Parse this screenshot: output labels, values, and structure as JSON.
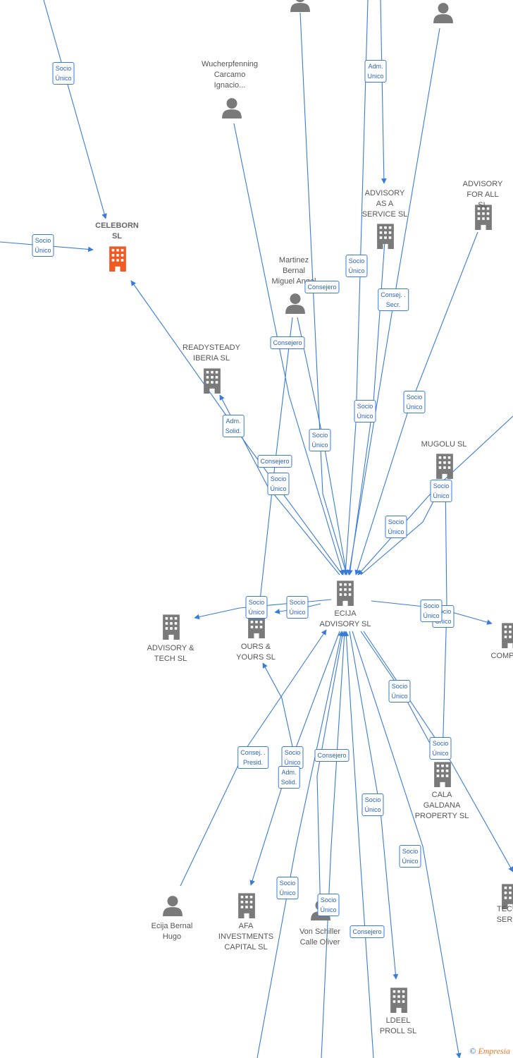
{
  "colors": {
    "edge": "#3a7bd5",
    "node": "#7a7a7a",
    "highlight": "#f15a24",
    "edge_label_text": "#2b63b5"
  },
  "nodes": [
    {
      "id": "top_person_1",
      "type": "person",
      "label": ""
    },
    {
      "id": "top_person_2",
      "type": "person",
      "label": ""
    },
    {
      "id": "wucherpfenning",
      "type": "person",
      "label": "Wucherpfenning\nCarcamo\nIgnacio..."
    },
    {
      "id": "celeborn",
      "type": "company",
      "label": "CELEBORN\nSL",
      "highlight": true
    },
    {
      "id": "advisory_service",
      "type": "company",
      "label": "ADVISORY\nAS A\nSERVICE SL"
    },
    {
      "id": "advisory_forall",
      "type": "company",
      "label": "ADVISORY\nFOR ALL SL"
    },
    {
      "id": "martinez",
      "type": "person",
      "label": "Martinez\nBernal\nMiguel Angel"
    },
    {
      "id": "readysteady",
      "type": "company",
      "label": "READYSTEADY\nIBERIA SL"
    },
    {
      "id": "mugolu",
      "type": "company",
      "label": "MUGOLU SL"
    },
    {
      "id": "ecija",
      "type": "company",
      "label": "ECIJA\nADVISORY SL"
    },
    {
      "id": "advisory_tech",
      "type": "company",
      "label": "ADVISORY &\nTECH SL"
    },
    {
      "id": "ours_yours",
      "type": "company",
      "label": "OURS &\nYOURS SL"
    },
    {
      "id": "comp",
      "type": "company",
      "label": "COMP"
    },
    {
      "id": "cala_galdana",
      "type": "company",
      "label": "CALA\nGALDANA\nPROPERTY SL"
    },
    {
      "id": "ecija_hugo",
      "type": "person",
      "label": "Ecija Bernal\nHugo"
    },
    {
      "id": "afa",
      "type": "company",
      "label": "AFA\nINVESTMENTS\nCAPITAL SL"
    },
    {
      "id": "von_schiller",
      "type": "person",
      "label": "Von Schiller\nCalle Oliver"
    },
    {
      "id": "ldeel",
      "type": "company",
      "label": "LDEEL\nPROLL SL"
    },
    {
      "id": "tec_ser",
      "type": "company",
      "label": "TEC\nSER"
    }
  ],
  "edge_labels": [
    "Socio\nÚnico",
    "Socio\nÚnico",
    "Adm.\nUnico",
    "Consejero",
    "Socio\nÚnico",
    "Consej. .\nSecr.",
    "Consejero",
    "Socio\nÚnico",
    "Socio\nÚnico",
    "Socio\nÚnico",
    "Consejero",
    "Adm.\nSolid.",
    "Socio\nÚnico",
    "Socio\nÚnico",
    "Socio\nÚnico",
    "Socio\nÚnico",
    "Socio\nÚnico",
    "Socio\nÚnico",
    "Socio\nÚnico",
    "Socio\nÚnico",
    "Consej. .\nPresid.",
    "Socio\nÚnico",
    "Adm.\nSolid.",
    "Consejero",
    "Socio\nÚnico",
    "Socio\nÚnico",
    "Socio\nÚnico",
    "Socio\nÚnico",
    "Consejero",
    "Socio\nÚnico"
  ],
  "footer": {
    "copyright": "©",
    "brand": "Empresia"
  }
}
